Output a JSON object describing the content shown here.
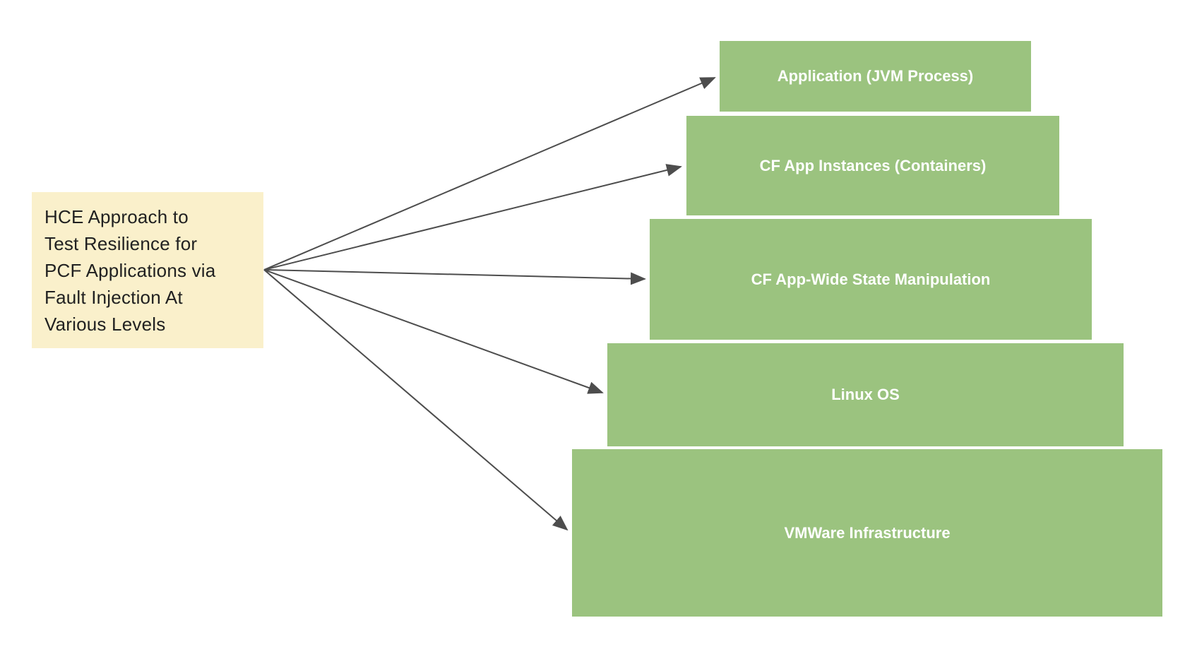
{
  "diagram": {
    "source": {
      "text": "HCE Approach to\nTest Resilience for\nPCF Applications via\nFault Injection At\nVarious Levels"
    },
    "levels": [
      {
        "label": "Application (JVM Process)"
      },
      {
        "label": "CF App Instances (Containers)"
      },
      {
        "label": "CF App-Wide State Manipulation"
      },
      {
        "label": "Linux OS"
      },
      {
        "label": "VMWare Infrastructure"
      }
    ],
    "connections": [
      {
        "from": "HCE Approach to Test Resilience for PCF Applications via Fault Injection At Various Levels",
        "to": "Application (JVM Process)"
      },
      {
        "from": "HCE Approach to Test Resilience for PCF Applications via Fault Injection At Various Levels",
        "to": "CF App Instances (Containers)"
      },
      {
        "from": "HCE Approach to Test Resilience for PCF Applications via Fault Injection At Various Levels",
        "to": "CF App-Wide State Manipulation"
      },
      {
        "from": "HCE Approach to Test Resilience for PCF Applications via Fault Injection At Various Levels",
        "to": "Linux OS"
      },
      {
        "from": "HCE Approach to Test Resilience for PCF Applications via Fault Injection At Various Levels",
        "to": "VMWare Infrastructure"
      }
    ],
    "colors": {
      "note_background": "#faf0cb",
      "note_text": "#212121",
      "level_background": "#9bc37f",
      "level_text": "#ffffff",
      "arrow": "#4d4d4d",
      "page_background": "#ffffff"
    }
  }
}
